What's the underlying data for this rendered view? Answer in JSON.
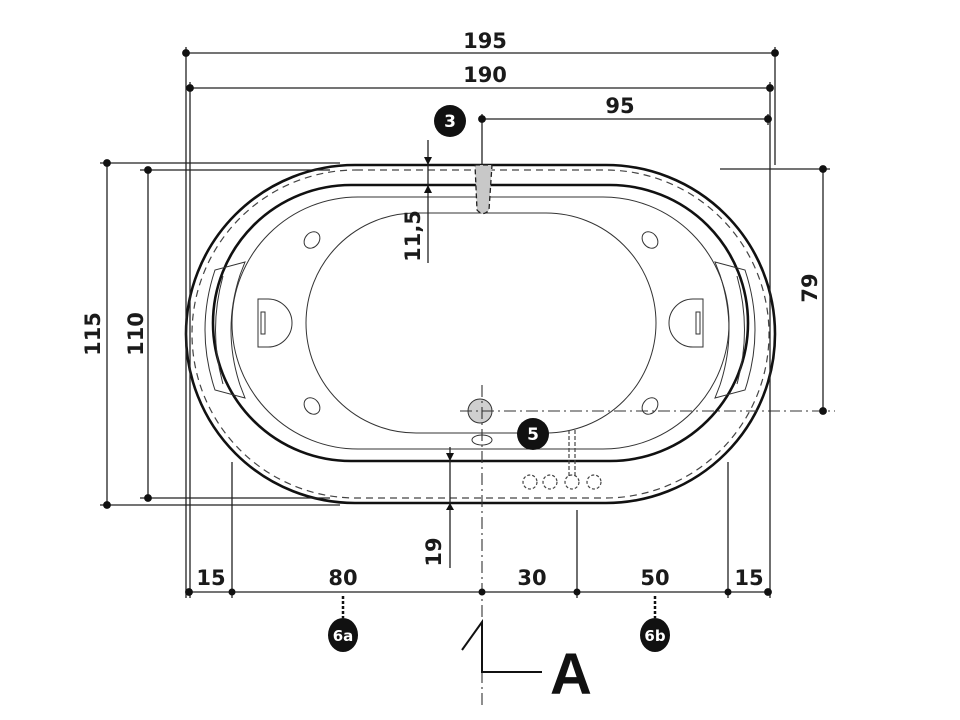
{
  "dimensions": {
    "overall_length": "195",
    "rim_length": "190",
    "drain_offset": "95",
    "overall_width": "115",
    "rim_width": "110",
    "drain_from_back": "79",
    "rim_depth_top": "11,5",
    "rim_depth_front": "19",
    "bottom_segments": [
      "15",
      "80",
      "30",
      "50",
      "15"
    ]
  },
  "callouts": {
    "tap": "3",
    "controls": "5",
    "support_left": "6a",
    "support_right": "6b"
  },
  "section_label": "A"
}
